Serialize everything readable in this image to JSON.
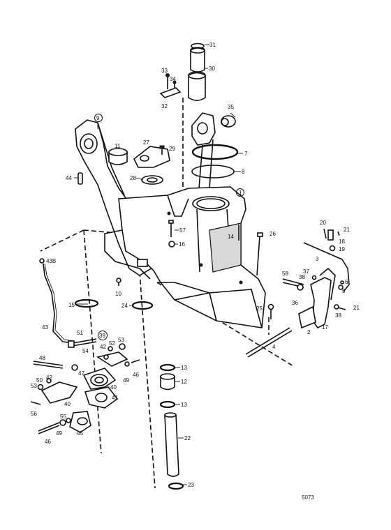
{
  "drawing_number": "5073",
  "callouts": [
    {
      "id": "c31",
      "text": "31"
    },
    {
      "id": "c30",
      "text": "30"
    },
    {
      "id": "c33",
      "text": "33"
    },
    {
      "id": "c34",
      "text": "34"
    },
    {
      "id": "c32",
      "text": "32"
    },
    {
      "id": "c35",
      "text": "35"
    },
    {
      "id": "c9",
      "text": "9",
      "circled": true
    },
    {
      "id": "c11",
      "text": "11"
    },
    {
      "id": "c27",
      "text": "27"
    },
    {
      "id": "c29",
      "text": "29"
    },
    {
      "id": "c7",
      "text": "7"
    },
    {
      "id": "c8",
      "text": "8"
    },
    {
      "id": "c44",
      "text": "44"
    },
    {
      "id": "c28",
      "text": "28"
    },
    {
      "id": "c1",
      "text": "1",
      "circled": true
    },
    {
      "id": "c57",
      "text": "57"
    },
    {
      "id": "c14",
      "text": "14"
    },
    {
      "id": "c26",
      "text": "26"
    },
    {
      "id": "c16",
      "text": "16"
    },
    {
      "id": "c20",
      "text": "20"
    },
    {
      "id": "c21a",
      "text": "21"
    },
    {
      "id": "c18",
      "text": "18"
    },
    {
      "id": "c19",
      "text": "19"
    },
    {
      "id": "c3",
      "text": "3"
    },
    {
      "id": "c43B",
      "text": "43B"
    },
    {
      "id": "c58",
      "text": "58"
    },
    {
      "id": "c37",
      "text": "37"
    },
    {
      "id": "c38a",
      "text": "38"
    },
    {
      "id": "c6",
      "text": "6"
    },
    {
      "id": "c5",
      "text": "5"
    },
    {
      "id": "c10",
      "text": "10"
    },
    {
      "id": "c36",
      "text": "36"
    },
    {
      "id": "c21b",
      "text": "21"
    },
    {
      "id": "c15",
      "text": "15"
    },
    {
      "id": "c24",
      "text": "24"
    },
    {
      "id": "c25",
      "text": "25"
    },
    {
      "id": "c38b",
      "text": "38"
    },
    {
      "id": "c2",
      "text": "2"
    },
    {
      "id": "c17",
      "text": "17"
    },
    {
      "id": "c43",
      "text": "43"
    },
    {
      "id": "c51",
      "text": "51"
    },
    {
      "id": "c39",
      "text": "39",
      "circled": true
    },
    {
      "id": "c52",
      "text": "52"
    },
    {
      "id": "c53a",
      "text": "53"
    },
    {
      "id": "c4",
      "text": "4"
    },
    {
      "id": "c54",
      "text": "54"
    },
    {
      "id": "c42a",
      "text": "42"
    },
    {
      "id": "c48",
      "text": "48"
    },
    {
      "id": "c47",
      "text": "47"
    },
    {
      "id": "c49a",
      "text": "49"
    },
    {
      "id": "c46a",
      "text": "46"
    },
    {
      "id": "c13a",
      "text": "13"
    },
    {
      "id": "c40a",
      "text": "40"
    },
    {
      "id": "c12",
      "text": "12"
    },
    {
      "id": "c50",
      "text": "50"
    },
    {
      "id": "c42b",
      "text": "42"
    },
    {
      "id": "c53b",
      "text": "53"
    },
    {
      "id": "c41",
      "text": "41"
    },
    {
      "id": "c40b",
      "text": "40"
    },
    {
      "id": "c13b",
      "text": "13"
    },
    {
      "id": "c56",
      "text": "56"
    },
    {
      "id": "c55",
      "text": "55"
    },
    {
      "id": "c49b",
      "text": "49"
    },
    {
      "id": "c45",
      "text": "45"
    },
    {
      "id": "c22",
      "text": "22"
    },
    {
      "id": "c46b",
      "text": "46"
    },
    {
      "id": "c23",
      "text": "23"
    }
  ]
}
